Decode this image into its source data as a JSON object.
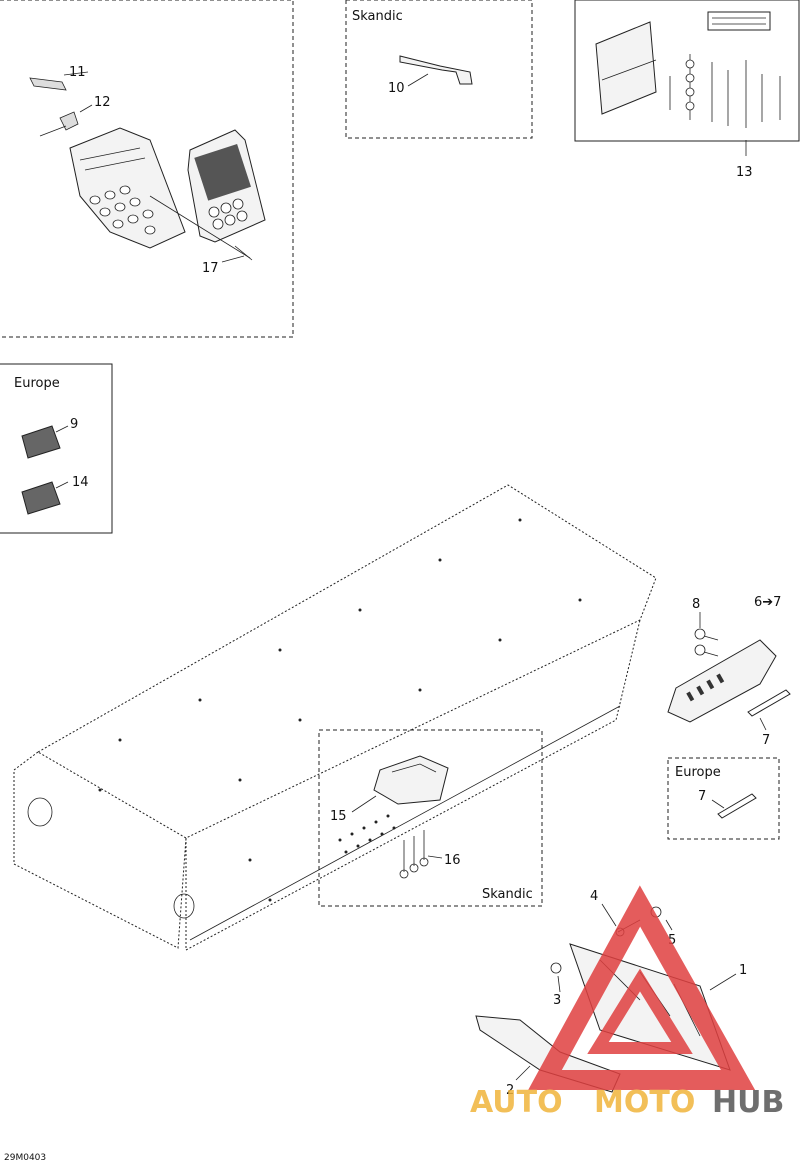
{
  "diagram": {
    "part_labels": {
      "l1": "1",
      "l2": "2",
      "l3": "3",
      "l4": "4",
      "l5": "5",
      "l6to7": "6➔7",
      "l7a": "7",
      "l7b": "7",
      "l8": "8",
      "l9": "9",
      "l10": "10",
      "l11": "11",
      "l12": "12",
      "l13": "13",
      "l14": "14",
      "l15": "15",
      "l16": "16",
      "l17": "17"
    },
    "box_titles": {
      "skandic_top": "Skandic",
      "europe_left": "Europe",
      "europe_right": "Europe",
      "skandic_center": "Skandic"
    },
    "figure_code": "29M0403"
  },
  "watermark": {
    "part1": "AUTO",
    "part2": "MOTO",
    "part3": "HUB",
    "colors": {
      "orange": "#f0b43c",
      "red": "#e04040",
      "gray": "#555555"
    }
  }
}
